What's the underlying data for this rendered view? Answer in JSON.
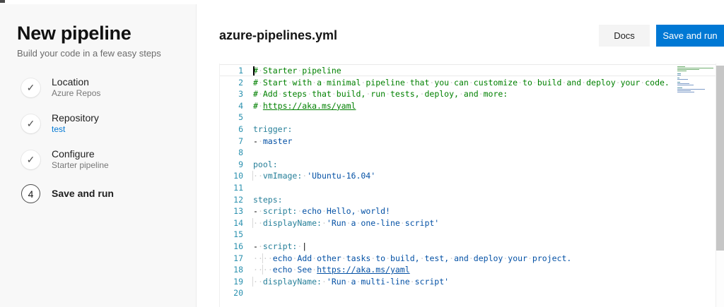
{
  "colors": {
    "accent": "#0078d4",
    "comment": "#008000",
    "key": "#267f99",
    "string": "#0451a5",
    "punct": "#000000",
    "line_number": "#2b91af",
    "whitespace_dot": "#d0d0d0",
    "indent_guide": "#d8d8d8",
    "current_line_border": "#eaeaea",
    "sidebar_bg": "#f8f8f8"
  },
  "sidebar": {
    "title": "New pipeline",
    "subtitle": "Build your code in a few easy steps",
    "steps": [
      {
        "status": "done",
        "label": "Location",
        "sublabel": "Azure Repos",
        "sublabel_style": "muted"
      },
      {
        "status": "done",
        "label": "Repository",
        "sublabel": "test",
        "sublabel_style": "link"
      },
      {
        "status": "done",
        "label": "Configure",
        "sublabel": "Starter pipeline",
        "sublabel_style": "muted"
      },
      {
        "status": "current",
        "number": "4",
        "label": "Save and run",
        "sublabel": "",
        "sublabel_style": "muted"
      }
    ],
    "check_icon": "✓"
  },
  "header": {
    "filename": "azure-pipelines.yml",
    "docs_label": "Docs",
    "save_label": "Save and run"
  },
  "editor": {
    "cursor_line": 1,
    "current_line": 1,
    "lines": [
      {
        "tokens": [
          [
            "c",
            "# Starter pipeline"
          ]
        ]
      },
      {
        "tokens": [
          [
            "c",
            "# Start with a minimal pipeline that you can customize to build and deploy your code."
          ]
        ]
      },
      {
        "tokens": [
          [
            "c",
            "# Add steps that build, run tests, deploy, and more:"
          ]
        ]
      },
      {
        "tokens": [
          [
            "c",
            "# "
          ],
          [
            "lc",
            "https://aka.ms/yaml"
          ]
        ]
      },
      {
        "tokens": []
      },
      {
        "tokens": [
          [
            "k",
            "trigger:"
          ]
        ]
      },
      {
        "tokens": [
          [
            "p",
            "- "
          ],
          [
            "s",
            "master"
          ]
        ]
      },
      {
        "tokens": []
      },
      {
        "tokens": [
          [
            "k",
            "pool:"
          ]
        ]
      },
      {
        "tokens": [
          [
            "gd",
            "  "
          ],
          [
            "k",
            "vmImage:"
          ],
          [
            "s",
            " 'Ubuntu-16.04'"
          ]
        ]
      },
      {
        "tokens": []
      },
      {
        "tokens": [
          [
            "k",
            "steps:"
          ]
        ]
      },
      {
        "tokens": [
          [
            "p",
            "- "
          ],
          [
            "k",
            "script:"
          ],
          [
            "s",
            " echo Hello, world!"
          ]
        ]
      },
      {
        "tokens": [
          [
            "gd",
            "  "
          ],
          [
            "k",
            "displayName:"
          ],
          [
            "s",
            " 'Run a one-line script'"
          ]
        ]
      },
      {
        "tokens": []
      },
      {
        "tokens": [
          [
            "p",
            "- "
          ],
          [
            "k",
            "script:"
          ],
          [
            "s",
            " "
          ],
          [
            "p",
            "|"
          ]
        ]
      },
      {
        "tokens": [
          [
            "w",
            "  "
          ],
          [
            "gd",
            "  "
          ],
          [
            "s",
            "echo Add other tasks to build, test, and deploy your project."
          ]
        ]
      },
      {
        "tokens": [
          [
            "w",
            "  "
          ],
          [
            "gd",
            "  "
          ],
          [
            "s",
            "echo See "
          ],
          [
            "ls",
            "https://aka.ms/yaml"
          ]
        ]
      },
      {
        "tokens": [
          [
            "gd",
            "  "
          ],
          [
            "k",
            "displayName:"
          ],
          [
            "s",
            " 'Run a multi-line script'"
          ]
        ]
      },
      {
        "tokens": []
      }
    ]
  }
}
